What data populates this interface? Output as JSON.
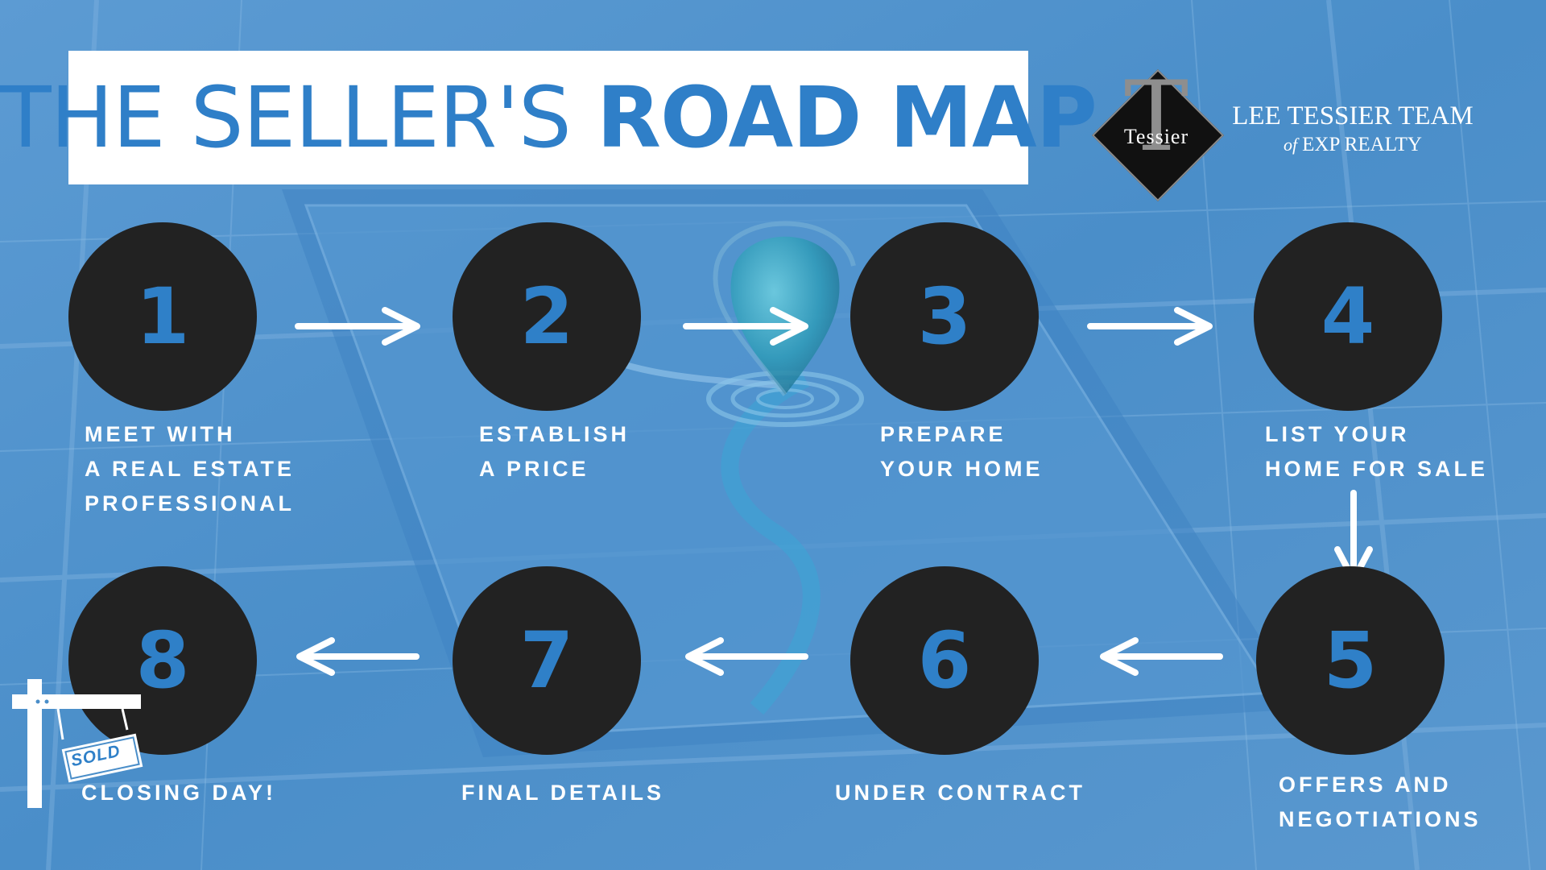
{
  "title": {
    "light": "THE SELLER'S ",
    "bold": "ROAD MAP"
  },
  "logo": {
    "letter": "T",
    "brand": "Tessier",
    "team_name": "LEE TESSIER TEAM",
    "of_text": "of",
    "company": "EXP REALTY"
  },
  "steps": [
    {
      "number": "1",
      "lines": [
        "MEET WITH",
        "A REAL ESTATE",
        "PROFESSIONAL"
      ]
    },
    {
      "number": "2",
      "lines": [
        "ESTABLISH",
        "A PRICE"
      ]
    },
    {
      "number": "3",
      "lines": [
        "PREPARE",
        "YOUR HOME"
      ]
    },
    {
      "number": "4",
      "lines": [
        "LIST YOUR",
        "HOME FOR SALE"
      ]
    },
    {
      "number": "5",
      "lines": [
        "OFFERS AND",
        "NEGOTIATIONS"
      ]
    },
    {
      "number": "6",
      "lines": [
        "UNDER CONTRACT"
      ]
    },
    {
      "number": "7",
      "lines": [
        "FINAL DETAILS"
      ]
    },
    {
      "number": "8",
      "lines": [
        "CLOSING DAY!"
      ]
    }
  ],
  "sold_sign": {
    "text": "SOLD"
  },
  "colors": {
    "accent_blue": "#2f80c8",
    "circle": "#222222",
    "background": "#4a8ec9",
    "label": "#ffffff"
  }
}
